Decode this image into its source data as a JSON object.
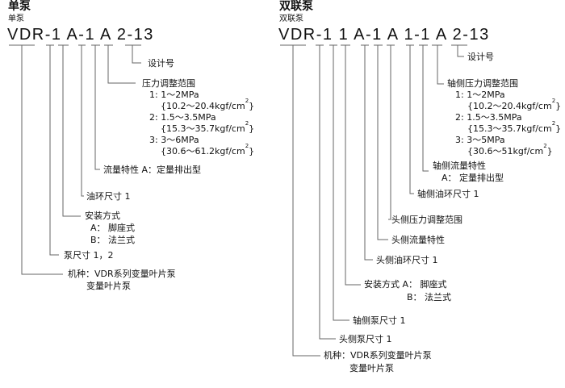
{
  "single": {
    "heading": "单泵",
    "sublabel": "单泵",
    "code": "VDR-1 A-1 A 2-13",
    "design_no": "设计号",
    "pressure": {
      "title": "压力调整范围",
      "rows": [
        {
          "code": "1:",
          "mpa": "1～2MPa",
          "kgf": "{10.2～20.4kgf/cm",
          "sup": "2",
          "close": "}"
        },
        {
          "code": "2:",
          "mpa": "1.5～3.5MPa",
          "kgf": "{15.3～35.7kgf/cm",
          "sup": "2",
          "close": "}"
        },
        {
          "code": "3:",
          "mpa": "3～6MPa",
          "kgf": "{30.6～61.2kgf/cm",
          "sup": "2",
          "close": "}"
        }
      ]
    },
    "flow": "流量特性  A：定量排出型",
    "oil_ring": "油环尺寸 1",
    "mounting": {
      "title": "安装方式",
      "a": "A：  脚座式",
      "b": "B：  法兰式"
    },
    "pump_size": "泵尺寸 1，2",
    "model": {
      "title": "机种：VDR系列变量叶片泵",
      "line2": "变量叶片泵"
    }
  },
  "double": {
    "heading": "双联泵",
    "sublabel": "双联泵",
    "code": "VDR-1 1 A-1 A 1-1 A 2-13",
    "design_no": "设计号",
    "pressure": {
      "title": "轴侧压力调整范围",
      "rows": [
        {
          "code": "1:",
          "mpa": "1～2MPa",
          "kgf": "{10.2～20.4kgf/cm",
          "sup": "2",
          "close": "}"
        },
        {
          "code": "2:",
          "mpa": "1.5～3.5MPa",
          "kgf": "{15.3～35.7kgf/cm",
          "sup": "2",
          "close": "}"
        },
        {
          "code": "3:",
          "mpa": "3～5MPa",
          "kgf": "{30.6～51kgf/cm",
          "sup": "2",
          "close": "}"
        }
      ]
    },
    "shaft_flow": {
      "title": "轴侧流量特性",
      "a": "A：  定量排出型"
    },
    "shaft_oil_ring": "轴侧油环尺寸 1",
    "head_pressure": "头侧压力调整范围",
    "head_flow": "头侧流量特性",
    "head_oil_ring": "头侧油环尺寸 1",
    "mounting": {
      "title": "安装方式  A：  脚座式",
      "b": "B：  法兰式"
    },
    "shaft_pump_size": "轴侧泵尺寸 1",
    "head_pump_size": "头侧泵尺寸 1",
    "model": {
      "title": "机种：VDR系列变量叶片泵",
      "line2": "变量叶片泵"
    }
  }
}
